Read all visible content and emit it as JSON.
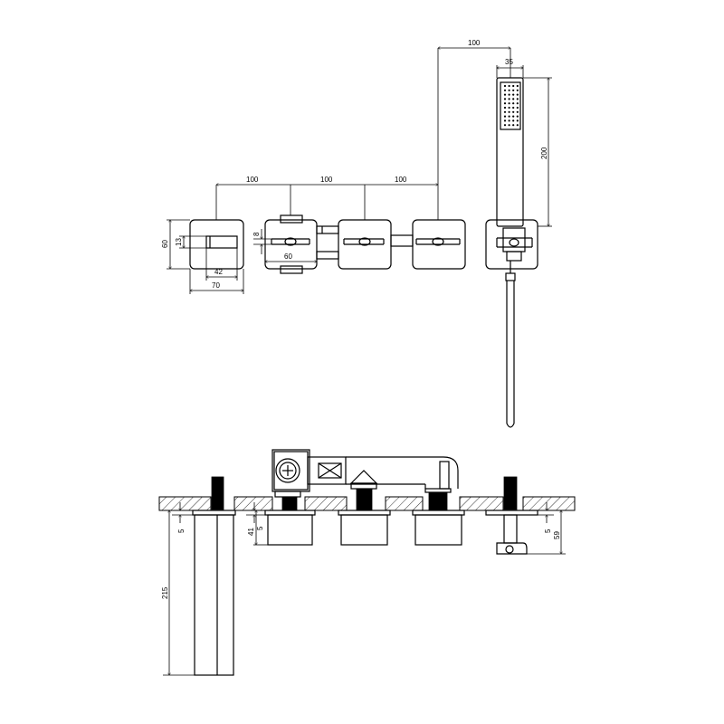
{
  "dimensions": {
    "spacing_1": "100",
    "spacing_2": "100",
    "spacing_3": "100",
    "spacing_4": "100",
    "handshower_width": "35",
    "handshower_height": "200",
    "plate_height": "60",
    "spout_height": "13",
    "spout_width": "42",
    "plate_width": "70",
    "handle_offset": "8",
    "handle_plate_width": "60",
    "deck_thickness_left": "5",
    "deck_thickness_right": "5",
    "body_below_deck": "41",
    "diverter_below_deck": "59",
    "spout_length": "215"
  }
}
